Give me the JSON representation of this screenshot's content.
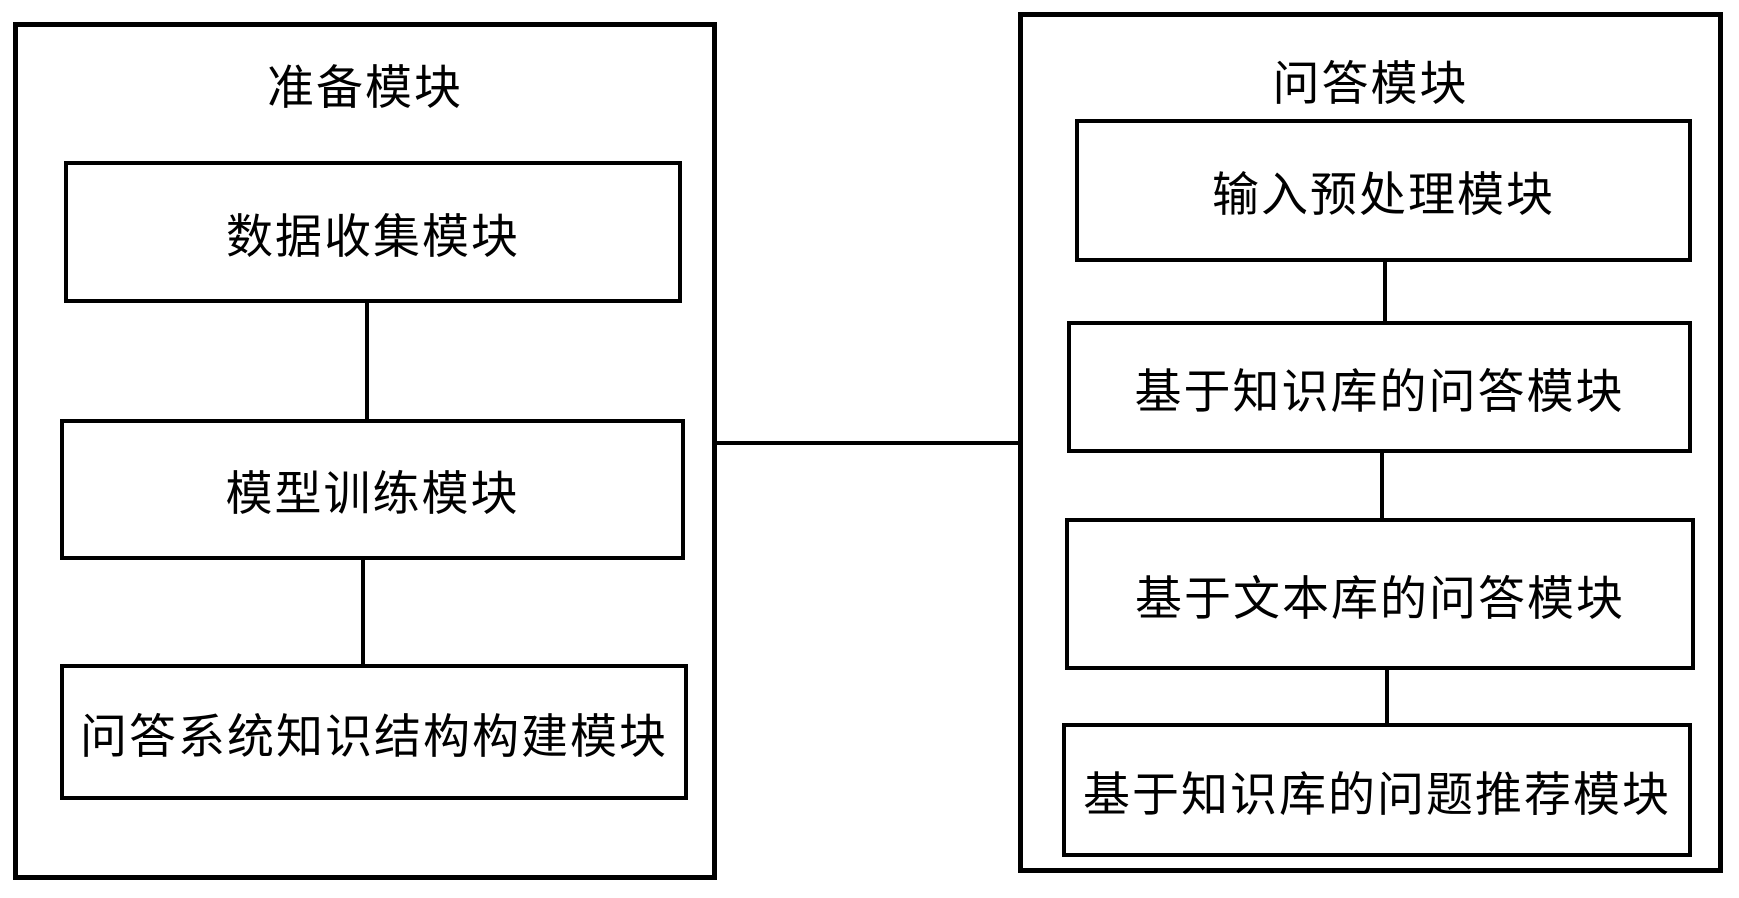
{
  "diagram": {
    "type": "block-diagram",
    "background_color": "#ffffff",
    "line_color": "#000000",
    "text_color": "#000000",
    "left_module": {
      "title": "准备模块",
      "children": [
        "数据收集模块",
        "模型训练模块",
        "问答系统知识结构构建模块"
      ]
    },
    "right_module": {
      "title": "问答模块",
      "children": [
        "输入预处理模块",
        "基于知识库的问答模块",
        "基于文本库的问答模块",
        "基于知识库的问题推荐模块"
      ]
    },
    "connections": [
      "数据收集模块 -> 模型训练模块",
      "模型训练模块 -> 问答系统知识结构构建模块",
      "准备模块 <-> 问答模块",
      "输入预处理模块 -> 基于知识库的问答模块",
      "基于知识库的问答模块 -> 基于文本库的问答模块",
      "基于文本库的问答模块 -> 基于知识库的问题推荐模块"
    ]
  }
}
